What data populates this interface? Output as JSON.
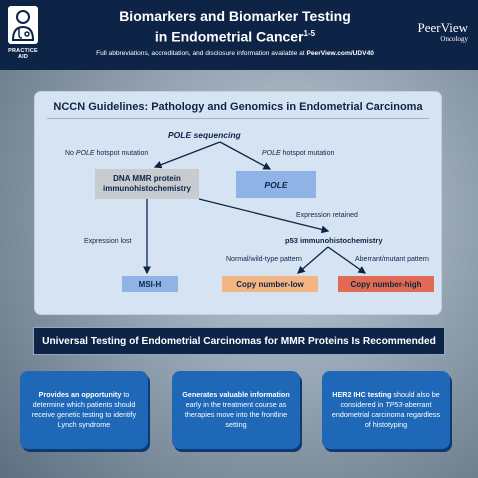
{
  "header": {
    "badge_label": "PRACTICE AID",
    "title_line1": "Biomarkers and Biomarker Testing",
    "title_line2": "in Endometrial Cancer",
    "title_sup": "1-5",
    "subtitle_pre": "Full abbreviations, accreditation, and disclosure information available at ",
    "subtitle_link": "PeerView.com/UDV40",
    "brand_name": "PeerView",
    "brand_sub": "Oncology"
  },
  "flowchart": {
    "title": "NCCN Guidelines: Pathology and Genomics in Endometrial Carcinoma",
    "root": "POLE sequencing",
    "no_pole_label_pre": "No ",
    "no_pole_label_em": "POLE",
    "no_pole_label_post": " hotspot mutation",
    "pole_label_em": "POLE",
    "pole_label_post": " hotspot mutation",
    "dna_mmr_line1": "DNA MMR protein",
    "dna_mmr_line2": "immunohistochemistry",
    "pole_node": "POLE",
    "expression_retained": "Expression retained",
    "expression_lost": "Expression lost",
    "p53": "p53 immunohistochemistry",
    "normal_label": "Normal/wild-type pattern",
    "aberrant_label": "Aberrant/mutant pattern",
    "msih": "MSI-H",
    "copy_low": "Copy number-low",
    "copy_high": "Copy number-high"
  },
  "colors": {
    "navy": "#0d2447",
    "panel": "#d6e3f2",
    "blue_node": "#8fb3e6",
    "gray_node": "#c8ccd1",
    "orange_light": "#f4b584",
    "orange_dark": "#e16a52",
    "card_blue": "#1f68b8"
  },
  "banner": "Universal Testing of Endometrial Carcinomas for MMR Proteins Is Recommended",
  "cards": [
    {
      "bold": "Provides an opportunity",
      "rest": " to determine which patients should receive genetic testing to identify Lynch syndrome"
    },
    {
      "bold": "Generates valuable information",
      "rest": " early in the treatment course as therapies move into the frontline setting"
    },
    {
      "bold": "HER2 IHC testing",
      "rest_a": " should also be considered in ",
      "em": "TP53",
      "rest_b": "-aberrant endometrial carcinoma regardless of histotyping"
    }
  ]
}
